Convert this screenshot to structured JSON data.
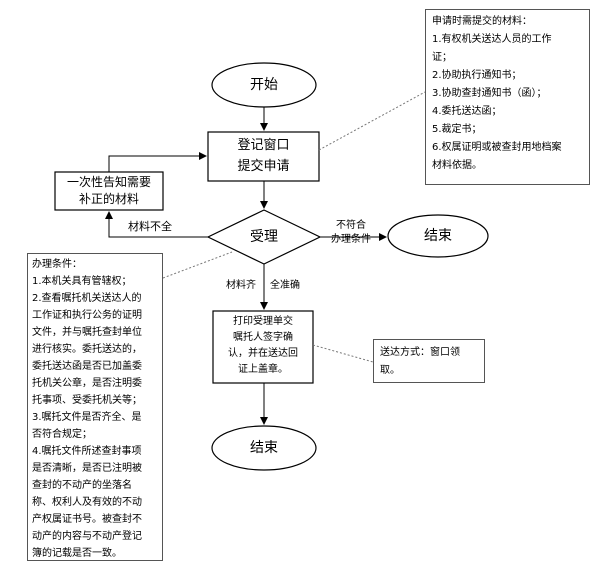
{
  "nodes": {
    "start": "开始",
    "register": [
      "登记窗口",
      "提交申请"
    ],
    "supplement": [
      "一次性告知需要",
      "补正的材料"
    ],
    "accept": "受理",
    "end_reject": "结束",
    "print": [
      "打印受理单交",
      "嘱托人签字确",
      "认，并在送达回",
      "证上盖章。"
    ],
    "end_final": "结束"
  },
  "labels": {
    "incomplete": "材料不全",
    "not_meet": [
      "不符合",
      "办理条件"
    ],
    "complete": "材料齐",
    "accurate": "全准确"
  },
  "notes": {
    "materials": {
      "title": "申请时需提交的材料：",
      "lines": [
        "1.有权机关送达人员的工作",
        "证；",
        "2.协助执行通知书；",
        "3.协助查封通知书（函）；",
        "4.委托送达函；",
        "5.裁定书；",
        "6.权属证明或被查封用地档案",
        "材料依据。"
      ]
    },
    "conditions": {
      "title": "办理条件：",
      "lines": [
        "1.本机关具有管辖权；",
        "2.查看嘱托机关送达人的",
        "工作证和执行公务的证明",
        "文件，并与嘱托查封单位",
        "进行核实。委托送达的，",
        "委托送达函是否已加盖委",
        "托机关公章，是否注明委",
        "托事项、受委托机关等；",
        "3.嘱托文件是否齐全、是",
        "否符合规定；",
        "4.嘱托文件所述查封事项",
        "是否清晰，是否已注明被",
        "查封的不动产的坐落名",
        "称、权利人及有效的不动",
        "产权属证书号。被查封不",
        "动产的内容与不动产登记",
        "簿的记载是否一致。"
      ]
    },
    "delivery": [
      "送达方式：窗口领",
      "取。"
    ]
  }
}
